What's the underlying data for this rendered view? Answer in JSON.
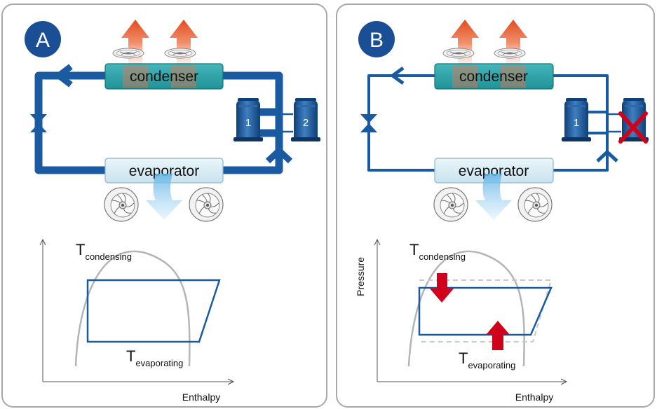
{
  "panels": [
    {
      "badge": "A",
      "condenser_label": "condenser",
      "evaporator_label": "evaporator",
      "compressors": [
        "1",
        "2"
      ],
      "compressor2_disabled": false,
      "line_style": "thick",
      "ph_chart": {
        "t_condensing_main": "T",
        "t_condensing_sub": "condensing",
        "t_evaporating_main": "T",
        "t_evaporating_sub": "evaporating",
        "xlabel": "Enthalpy",
        "ylabel": ""
      }
    },
    {
      "badge": "B",
      "condenser_label": "condenser",
      "evaporator_label": "evaporator",
      "compressors": [
        "1",
        ""
      ],
      "compressor2_disabled": true,
      "line_style": "thin",
      "ph_chart": {
        "t_condensing_main": "T",
        "t_condensing_sub": "condensing",
        "t_evaporating_main": "T",
        "t_evaporating_sub": "evaporating",
        "xlabel": "Enthalpy",
        "ylabel": "Pressure"
      }
    }
  ],
  "colors": {
    "pipe": "#1a5aa0",
    "badge": "#1a4f95",
    "condenser_fill": "#2aa3a8",
    "evaporator_fill": "#d8ecf4",
    "heat_arrow": "#e85a2c",
    "cool_arrow": "#a9d5f0",
    "dome": "#b5b5b5",
    "red_marker": "#d0021b",
    "panel_border": "#a8a8a8"
  }
}
